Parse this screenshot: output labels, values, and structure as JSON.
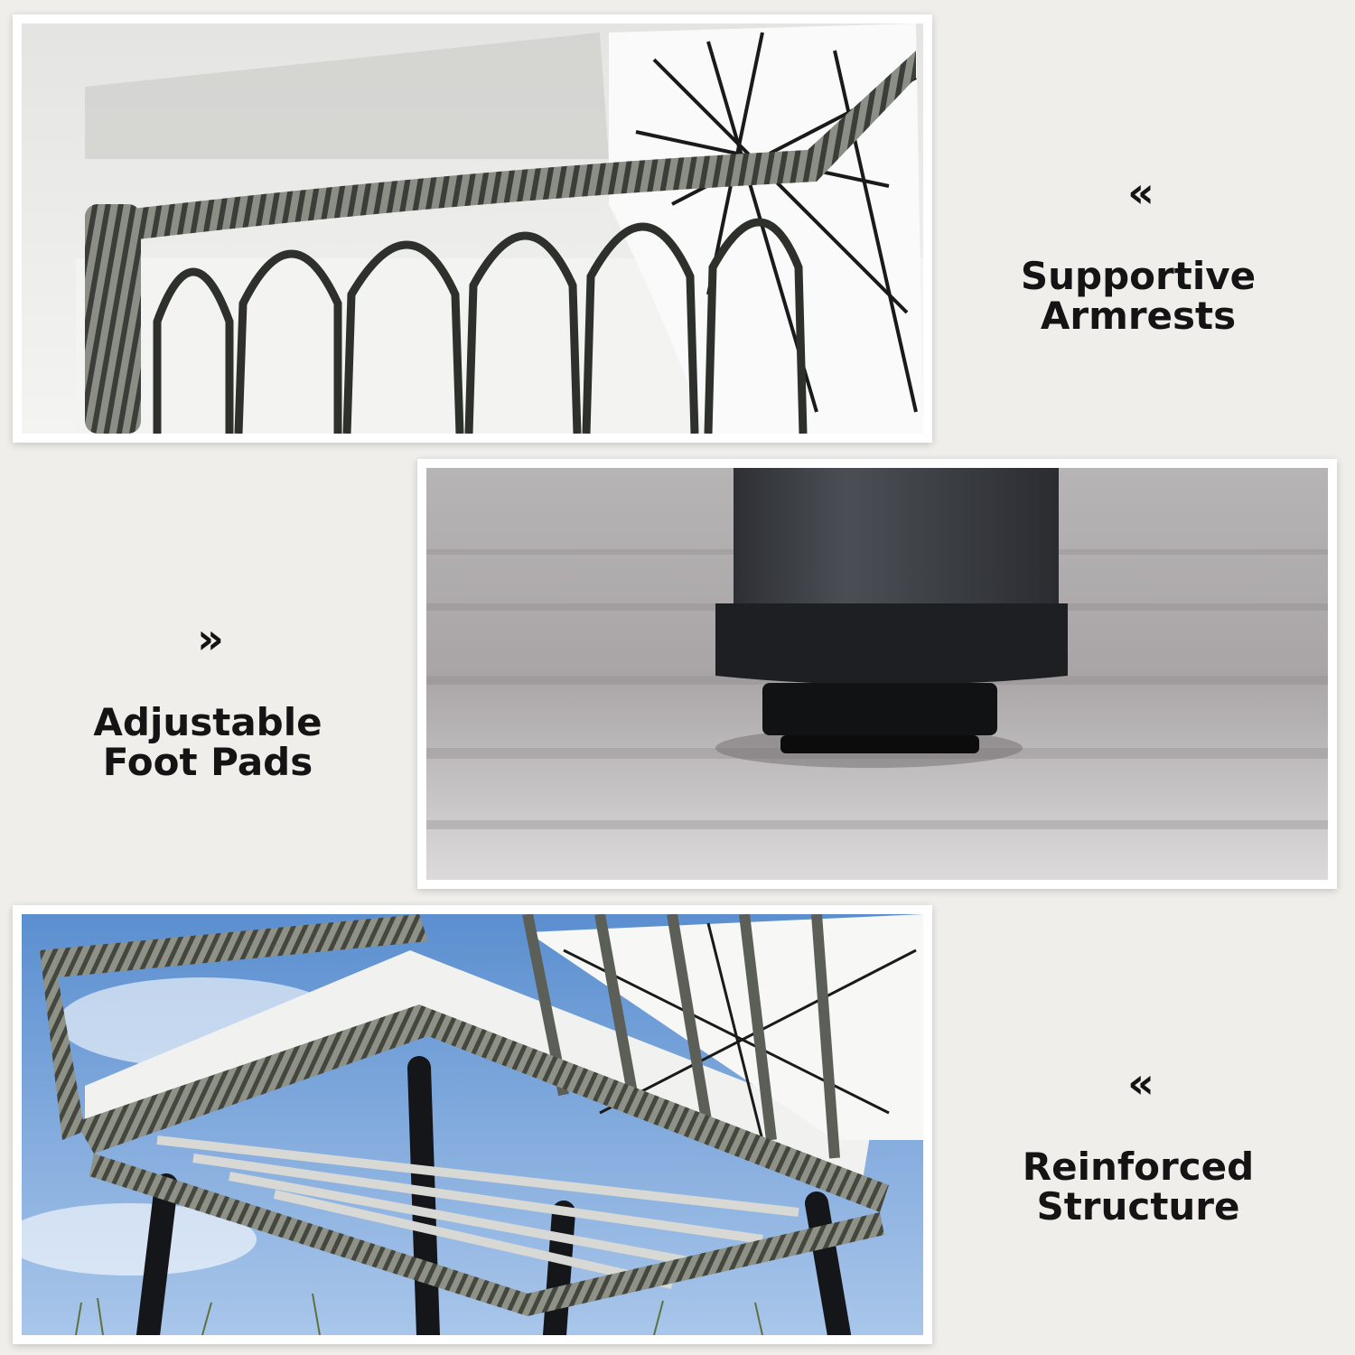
{
  "features": [
    {
      "label": "Supportive Armrests",
      "chevron": "«",
      "chevron_icon": "double-chevron-left-icon"
    },
    {
      "label": "Adjustable Foot Pads",
      "chevron": "»",
      "chevron_icon": "double-chevron-right-icon"
    },
    {
      "label": "Reinforced Structure",
      "chevron": "«",
      "chevron_icon": "double-chevron-left-icon"
    }
  ],
  "colors": {
    "background": "#efeeea",
    "text": "#141414",
    "wicker": "#7d8276",
    "cushion": "#f2f2f0",
    "leg": "#1e1f22"
  }
}
